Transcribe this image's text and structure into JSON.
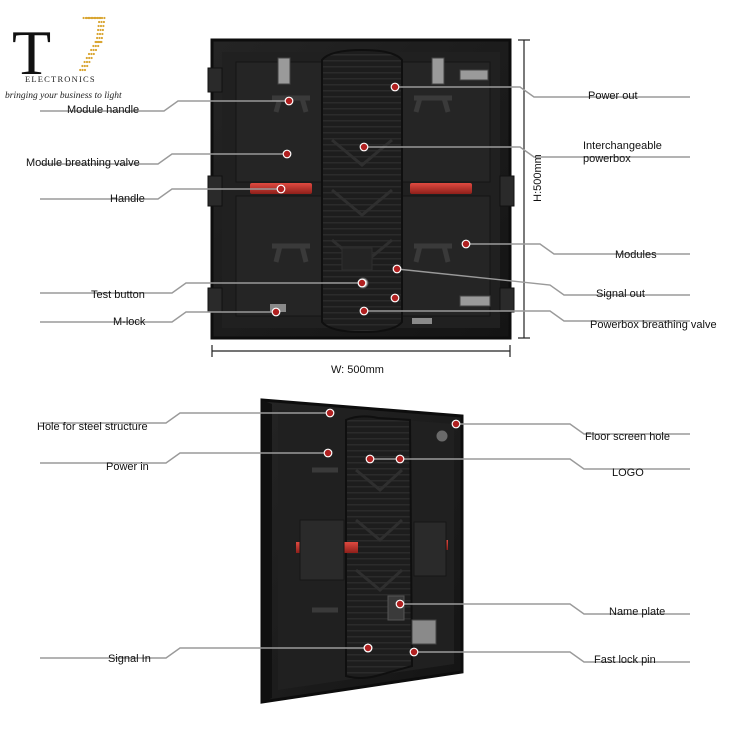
{
  "brand": {
    "mark": "TJ",
    "name": "ELECTRONICS",
    "tagline": "bringing your business to light"
  },
  "top_panel": {
    "left_labels": [
      "Module handle",
      "Module breathing valve",
      "Handle",
      "Test button",
      "M-lock"
    ],
    "right_labels": [
      "Power out",
      "Interchangeable\npowerbox",
      "Modules",
      "Signal out",
      "Powerbox breathing valve"
    ],
    "width_label": "W: 500mm",
    "height_label": "H:500mm"
  },
  "bottom_panel": {
    "left_labels": [
      "Hole for steel structure",
      "Power in",
      "Signal In"
    ],
    "right_labels": [
      "Floor screen hole",
      "LOGO",
      "Name plate",
      "Fast lock pin"
    ]
  },
  "colors": {
    "panel": "#1b1b1b",
    "panel_edge": "#0d0d0d",
    "handle_red": "#c0302a",
    "marker": "#b02020",
    "leader": "#9a9a9a",
    "logo_gold": "#d9a531"
  }
}
